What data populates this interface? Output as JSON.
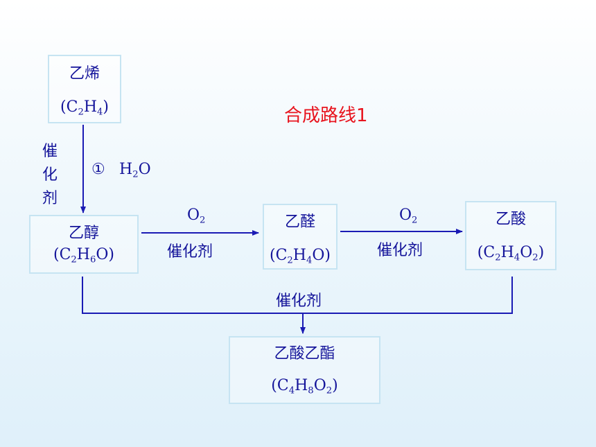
{
  "title": "合成路线1",
  "ethylene": {
    "name": "乙烯",
    "formula_parts": [
      "C",
      "2",
      "H",
      "4"
    ]
  },
  "ethanol": {
    "name": "乙醇",
    "formula_parts": [
      "C",
      "2",
      "H",
      "6",
      "O"
    ]
  },
  "acetaldehyde": {
    "name": "乙醛",
    "formula_parts": [
      "C",
      "2",
      "H",
      "4",
      "O"
    ]
  },
  "acetic_acid": {
    "name": "乙酸",
    "formula_parts": [
      "C",
      "2",
      "H",
      "4",
      "O",
      "2"
    ]
  },
  "ethyl_acetate": {
    "name": "乙酸乙酯",
    "formula_parts": [
      "C",
      "4",
      "H",
      "8",
      "O",
      "2"
    ]
  },
  "step1": {
    "catalyst_vertical": [
      "催",
      "化",
      "剂"
    ],
    "circled_num": "①",
    "reagent_parts": [
      "H",
      "2",
      "O"
    ]
  },
  "step2": {
    "reagent_parts": [
      "O",
      "2"
    ],
    "catalyst": "催化剂"
  },
  "step3": {
    "reagent_parts": [
      "O",
      "2"
    ],
    "catalyst": "催化剂"
  },
  "step4": {
    "catalyst": "催化剂"
  },
  "colors": {
    "text": "#14149a",
    "title": "#e8141e",
    "box_border": "#c6e4f2",
    "arrow": "#1a1ab4"
  }
}
